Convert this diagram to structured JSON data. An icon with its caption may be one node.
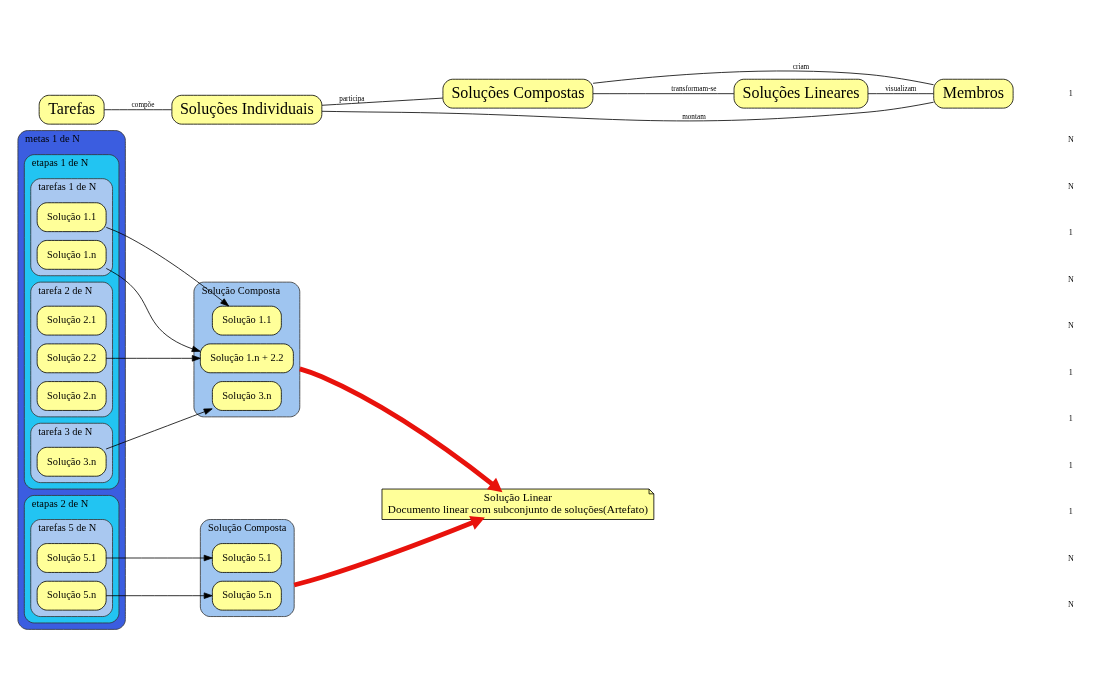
{
  "diagram": {
    "nodes": [
      {
        "text": [
          "metas 1 de N"
        ]
      },
      {
        "text": [
          "etapas 1 de N"
        ],
        "in": 0
      },
      {
        "text": [
          "tarefas 1 de N"
        ],
        "in": 1
      },
      {
        "text": [
          "Solução 1.1"
        ],
        "in": 2
      },
      {
        "text": [
          "Solução 1.n"
        ],
        "in": 2
      },
      {
        "text": [
          "tarefa 2 de N"
        ],
        "in": 1
      },
      {
        "text": [
          "Solução 2.1"
        ],
        "in": 5
      },
      {
        "text": [
          "Solução 2.2"
        ],
        "in": 5
      },
      {
        "text": [
          "Solução 2.n"
        ],
        "in": 5
      },
      {
        "text": [
          "tarefa 3 de N"
        ],
        "in": 1
      },
      {
        "text": [
          "Solução 3.n"
        ],
        "in": 9
      },
      {
        "text": [
          "etapas 2 de N"
        ],
        "in": 0
      },
      {
        "text": [
          "tarefas 5 de N"
        ],
        "in": 11
      },
      {
        "text": [
          "Solução 5.1"
        ],
        "in": 12
      },
      {
        "text": [
          "Solução 5.n"
        ],
        "in": 12
      },
      {
        "text": [
          "Solução Composta"
        ]
      },
      {
        "text": [
          "Solução 1.1"
        ],
        "in": 15
      },
      {
        "text": [
          "Solução 1.n + 2.2"
        ],
        "in": 15
      },
      {
        "text": [
          "Solução 3.n"
        ],
        "in": 15
      },
      {
        "text": [
          "Solução Linear",
          "Documento linear com subconjunto de soluções(Artefato)"
        ]
      },
      {
        "text": [
          "Solução Composta"
        ]
      },
      {
        "text": [
          "Solução 5.1"
        ],
        "in": 20
      },
      {
        "text": [
          "Solução 5.n"
        ],
        "in": 20
      },
      {
        "text": [
          "Tarefas"
        ]
      },
      {
        "text": [
          "Soluções Individuais"
        ]
      },
      {
        "text": [
          "Soluções Compostas"
        ]
      },
      {
        "text": [
          "Membros"
        ]
      },
      {
        "text": [
          "Soluções Lineares"
        ]
      }
    ],
    "edges": [
      {
        "from": 3,
        "to": 16,
        "arrow": "to"
      },
      {
        "from": 4,
        "to": 17,
        "arrow": "to"
      },
      {
        "from": 7,
        "to": 17,
        "arrow": "to"
      },
      {
        "from": 10,
        "to": 18,
        "arrow": "to"
      },
      {
        "from": 13,
        "to": 21,
        "arrow": "to"
      },
      {
        "from": 14,
        "to": 22,
        "arrow": "to"
      },
      {
        "from": 15,
        "to": 19,
        "arrow": "to",
        "style": "thick",
        "color": "#e8120c"
      },
      {
        "from": 20,
        "to": 19,
        "arrow": "to",
        "style": "thick",
        "color": "#e8120c"
      },
      {
        "from": 23,
        "to": 24,
        "arrow": "none",
        "label": "compõe"
      },
      {
        "from": 24,
        "to": 25,
        "arrow": "none",
        "label": "participa"
      },
      {
        "from": 24,
        "to": 26,
        "arrow": "none",
        "label": "montam"
      },
      {
        "from": 25,
        "to": 26,
        "arrow": "none",
        "label": "criam"
      },
      {
        "from": 25,
        "to": 27,
        "arrow": "none",
        "label": "transformam-se"
      },
      {
        "from": 27,
        "to": 26,
        "arrow": "none",
        "label": "visualizam"
      }
    ],
    "labels": [
      "1",
      "N",
      "N",
      "1",
      "N",
      "N",
      "1",
      "1",
      "1",
      "1",
      "N",
      "N"
    ]
  }
}
